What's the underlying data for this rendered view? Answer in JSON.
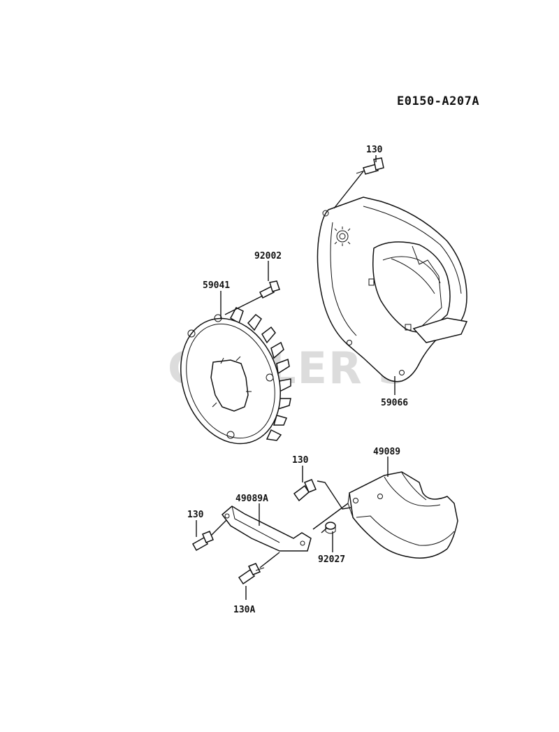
{
  "diagram": {
    "code": "E0150-A207A",
    "watermark": "CUTLER'S"
  },
  "callouts": {
    "bolt_top": "130",
    "bolt_fan": "92002",
    "fan": "59041",
    "housing": "59066",
    "bolt_mid": "130",
    "cover": "49089",
    "bracket": "49089A",
    "bolt_left": "130",
    "spacer": "92027",
    "bolt_low": "130A"
  },
  "colors": {
    "line": "#111111",
    "watermark": "#dcdcdc",
    "background": "#ffffff"
  }
}
